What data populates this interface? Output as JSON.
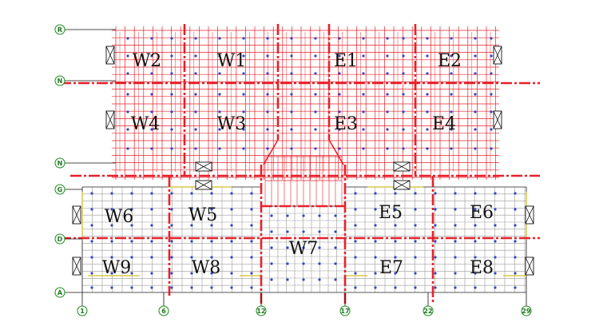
{
  "colors": {
    "red": "#e8202a",
    "red_dash": "#e8202a",
    "gray": "#9a9a9a",
    "bubble": "#1a8a1a",
    "bubble_fill": "#ffffff",
    "node": "#3344cc",
    "yellow": "#d8c84a",
    "ink": "#111111"
  },
  "row_axes": [
    {
      "label": "R"
    },
    {
      "label": "N"
    },
    {
      "label": "N"
    },
    {
      "label": "G"
    },
    {
      "label": "D"
    },
    {
      "label": "A"
    }
  ],
  "col_axes": [
    {
      "label": "1"
    },
    {
      "label": "6"
    },
    {
      "label": "12"
    },
    {
      "label": "17"
    },
    {
      "label": "22"
    },
    {
      "label": "29"
    }
  ],
  "zones": [
    {
      "id": "W2",
      "label": "W2"
    },
    {
      "id": "W1",
      "label": "W1"
    },
    {
      "id": "E1",
      "label": "E1"
    },
    {
      "id": "E2",
      "label": "E2"
    },
    {
      "id": "W4",
      "label": "W4"
    },
    {
      "id": "W3",
      "label": "W3"
    },
    {
      "id": "E3",
      "label": "E3"
    },
    {
      "id": "E4",
      "label": "E4"
    },
    {
      "id": "W6",
      "label": "W6"
    },
    {
      "id": "W5",
      "label": "W5"
    },
    {
      "id": "E5",
      "label": "E5"
    },
    {
      "id": "E6",
      "label": "E6"
    },
    {
      "id": "W7",
      "label": "W7"
    },
    {
      "id": "W9",
      "label": "W9"
    },
    {
      "id": "W8",
      "label": "W8"
    },
    {
      "id": "E7",
      "label": "E7"
    },
    {
      "id": "E8",
      "label": "E8"
    }
  ]
}
